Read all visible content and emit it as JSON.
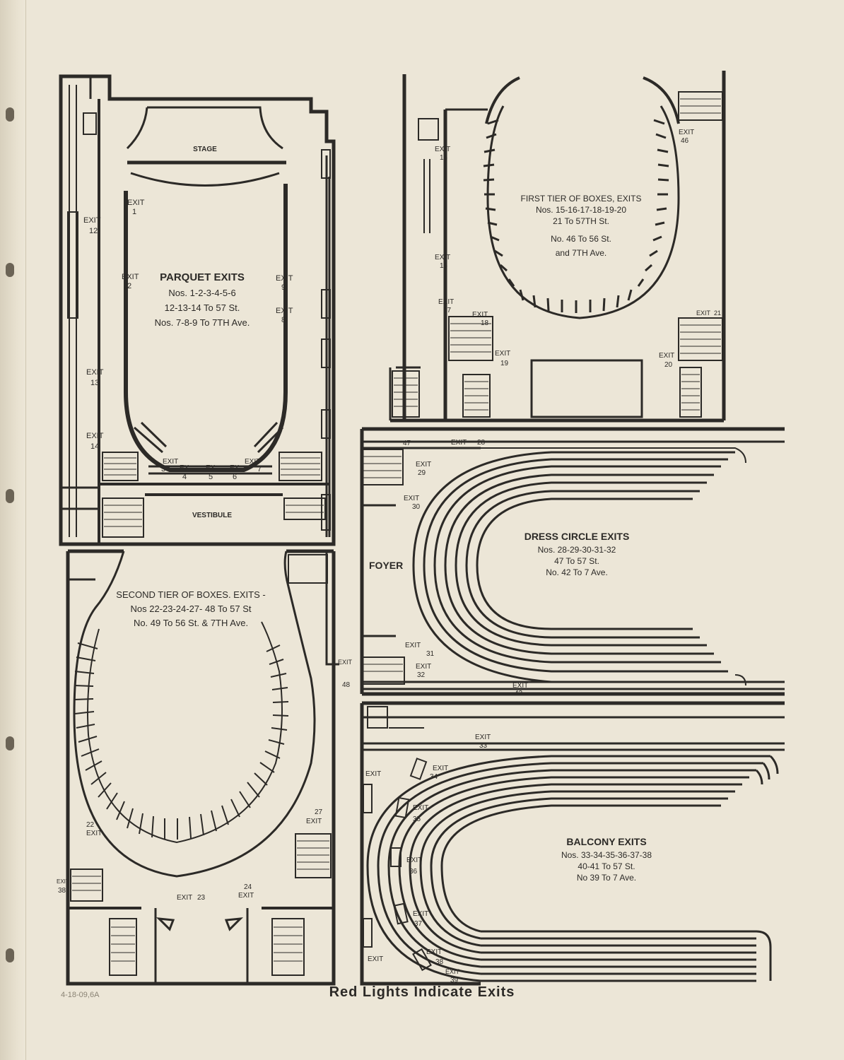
{
  "caption": "Red Lights Indicate Exits",
  "pencil_note": "4-18-09,6A",
  "colors": {
    "ink": "#2c2a27",
    "paper": "#ece6d7"
  },
  "parquet": {
    "stage": "STAGE",
    "vestibule": "VESTIBULE",
    "title": "PARQUET EXITS",
    "line1": "Nos. 1-2-3-4-5-6",
    "line2": "12-13-14 To 57 St.",
    "line3": "Nos. 7-8-9 To 7TH Ave.",
    "exit_word": "EXIT",
    "ex_word": "EX",
    "exits": [
      "1",
      "2",
      "3",
      "4",
      "5",
      "6",
      "7",
      "8",
      "9",
      "12",
      "13",
      "14"
    ]
  },
  "first_tier": {
    "title": "FIRST TIER OF BOXES, EXITS",
    "line1": "Nos. 15-16-17-18-19-20",
    "line2": "21 To 57TH St.",
    "line3": "No. 46 To 56 St.",
    "line4": "and 7TH Ave.",
    "exit_word": "EXIT",
    "exits": [
      "15",
      "16",
      "17",
      "18",
      "19",
      "20",
      "21",
      "46"
    ]
  },
  "dress_circle": {
    "title": "DRESS CIRCLE EXITS",
    "line1": "Nos. 28-29-30-31-32",
    "line2": "47 To 57 St.",
    "line3": "No. 42 To 7 Ave.",
    "foyer": "FOYER",
    "exit_word": "EXIT",
    "exits": [
      "28",
      "29",
      "30",
      "31",
      "32",
      "42",
      "47"
    ]
  },
  "second_tier": {
    "title": "SECOND TIER OF BOXES. EXITS -",
    "line1": "Nos 22-23-24-27- 48 To 57 St",
    "line2": "No. 49 To 56 St. & 7TH Ave.",
    "exit_word": "EXIT",
    "exits": [
      "22",
      "23",
      "24",
      "27",
      "38",
      "48"
    ]
  },
  "balcony": {
    "title": "BALCONY EXITS",
    "line1": "Nos. 33-34-35-36-37-38",
    "line2": "40-41 To 57 St.",
    "line3": "No 39 To 7 Ave.",
    "exit_word": "EXIT",
    "exits": [
      "33",
      "34",
      "35",
      "36",
      "37",
      "38",
      "39"
    ]
  }
}
